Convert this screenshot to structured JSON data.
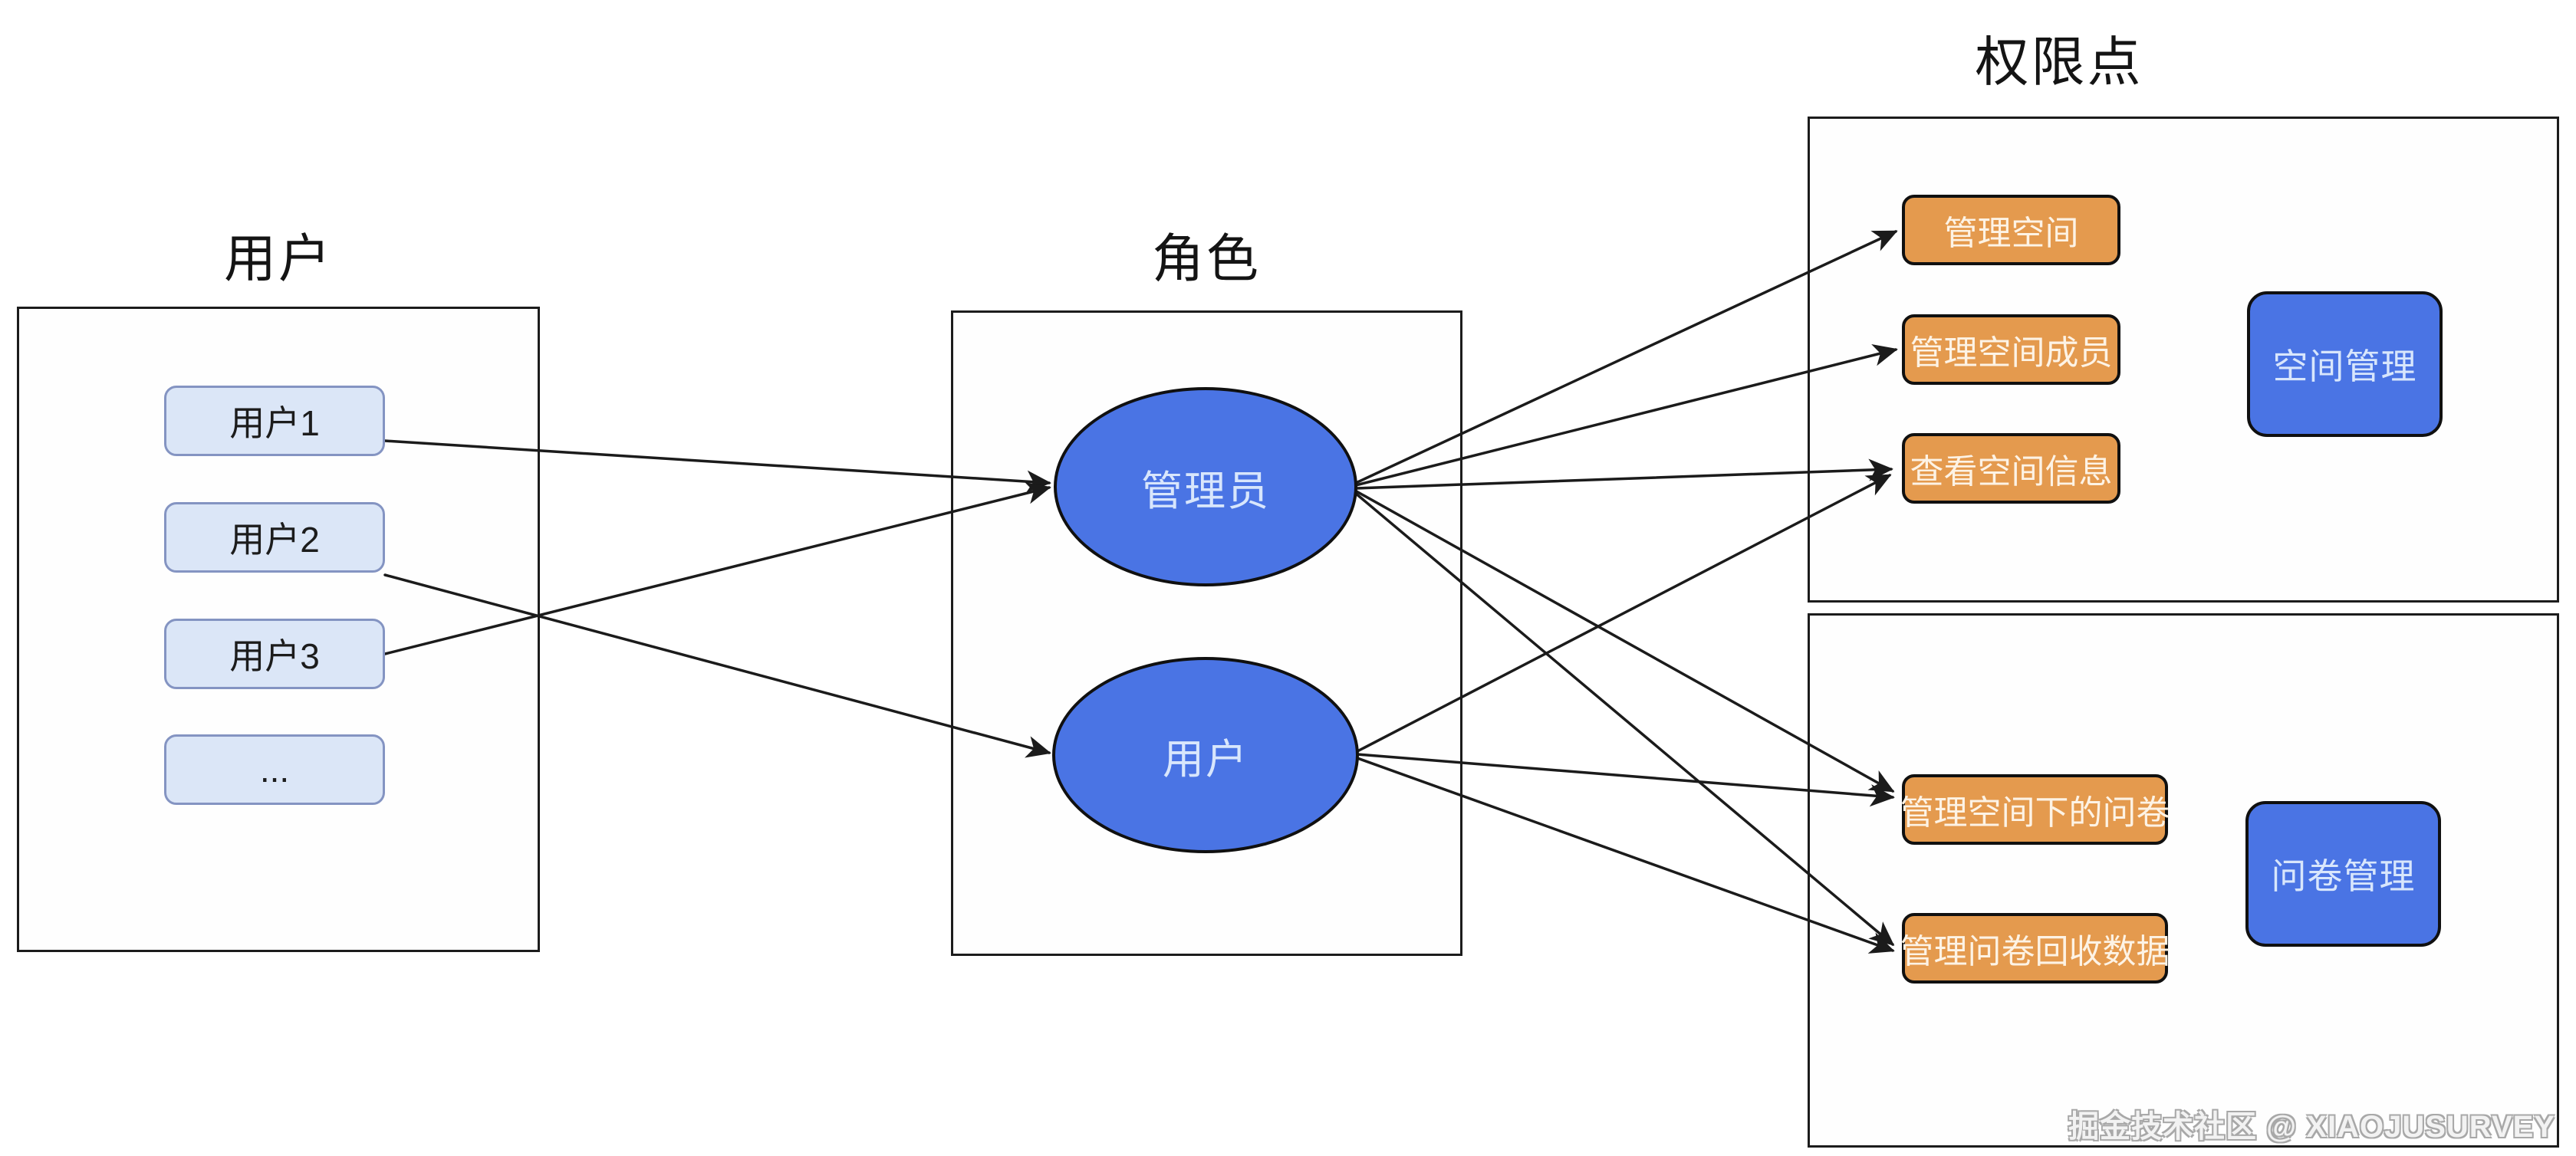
{
  "diagram": {
    "titles": {
      "users": "用户",
      "roles": "角色",
      "permissions": "权限点"
    },
    "users": {
      "items": [
        "用户1",
        "用户2",
        "用户3",
        "..."
      ]
    },
    "roles": {
      "admin": "管理员",
      "user": "用户"
    },
    "permissions": {
      "space": {
        "items": [
          "管理空间",
          "管理空间成员",
          "查看空间信息"
        ],
        "category": "空间管理"
      },
      "survey": {
        "items": [
          "管理空间下的问卷",
          "管理问卷回收数据"
        ],
        "category": "问卷管理"
      }
    },
    "edges": [
      {
        "from": "用户1",
        "to": "管理员"
      },
      {
        "from": "用户2",
        "to": "用户"
      },
      {
        "from": "用户3",
        "to": "管理员"
      },
      {
        "from": "管理员",
        "to": "管理空间"
      },
      {
        "from": "管理员",
        "to": "管理空间成员"
      },
      {
        "from": "管理员",
        "to": "查看空间信息"
      },
      {
        "from": "管理员",
        "to": "管理空间下的问卷"
      },
      {
        "from": "管理员",
        "to": "管理问卷回收数据"
      },
      {
        "from": "用户",
        "to": "查看空间信息"
      },
      {
        "from": "用户",
        "to": "管理空间下的问卷"
      },
      {
        "from": "用户",
        "to": "管理问卷回收数据"
      }
    ],
    "watermark": "掘金技术社区 @ XIAOJUSURVEY",
    "colors": {
      "node_blue": "#4a74e4",
      "node_blue_text": "#d8e6fc",
      "user_box_fill": "#dbe6f7",
      "user_box_border": "#8494c2",
      "orange_fill": "#e49a4e",
      "orange_text": "#fdf3e5",
      "container_border": "#1c1c1c",
      "line": "#1b1b1b"
    }
  }
}
